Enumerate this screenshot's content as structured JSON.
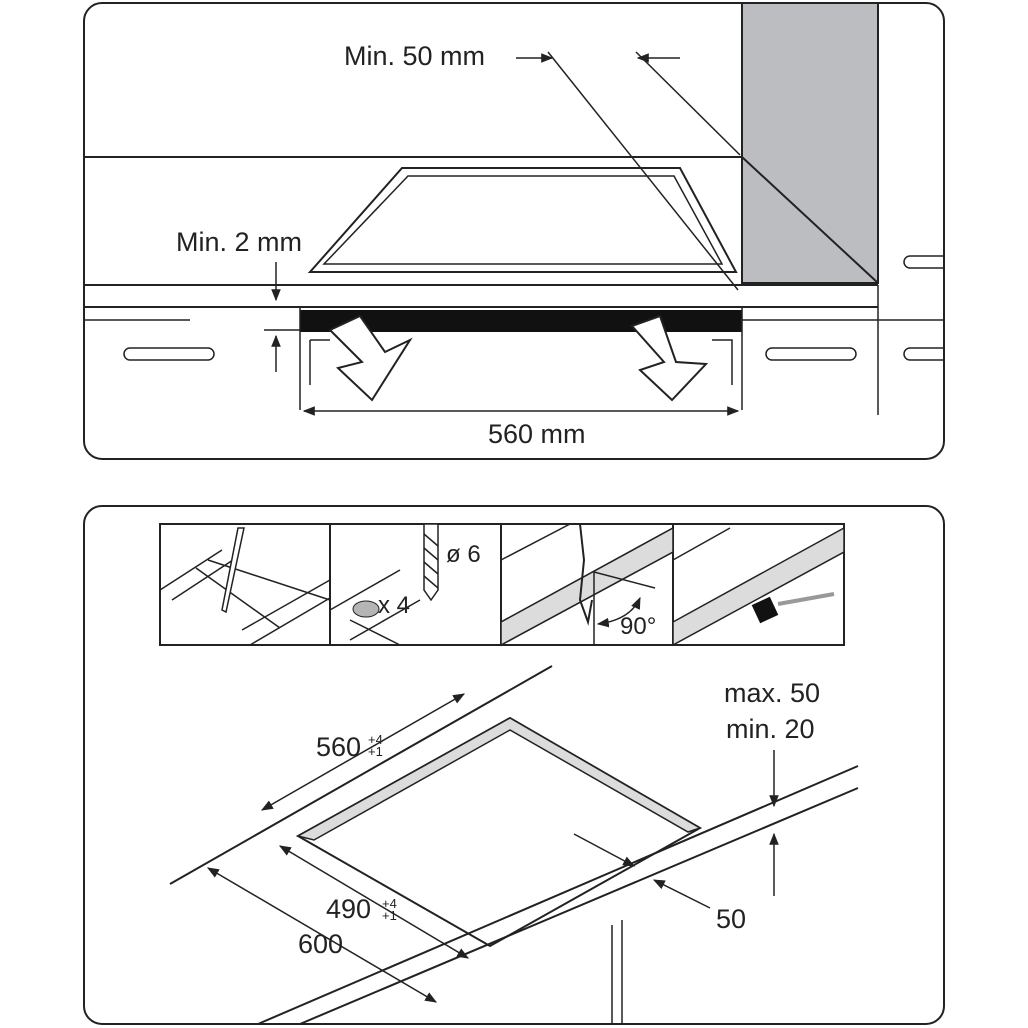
{
  "top_panel": {
    "label_min_50": "Min. 50 mm",
    "label_min_2": "Min. 2 mm",
    "label_560": "560 mm"
  },
  "bottom_panel": {
    "steps": [
      {
        "name": "mark-outline"
      },
      {
        "name": "drill-holes",
        "label_diameter": "ø 6",
        "label_count": "x 4"
      },
      {
        "name": "saw-cut",
        "label_angle": "90°"
      },
      {
        "name": "seal-edges"
      }
    ],
    "label_560": "560",
    "label_560_tol_plus": "+4",
    "label_560_tol_minus": "+1",
    "label_490": "490",
    "label_490_tol_plus": "+4",
    "label_490_tol_minus": "+1",
    "label_600": "600",
    "label_50": "50",
    "label_max": "max. 50",
    "label_min": "min. 20"
  },
  "colors": {
    "stroke": "#222222",
    "wall_gray": "#bcbdc0",
    "cutout_gray": "#dcdcdc"
  }
}
